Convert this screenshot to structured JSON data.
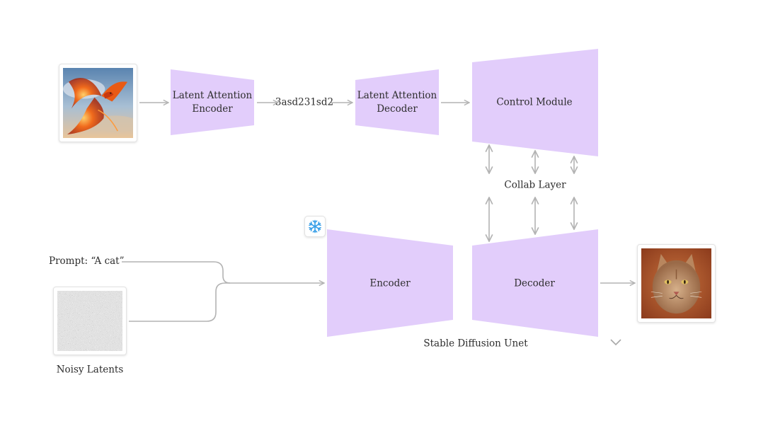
{
  "blocks": {
    "lat_encoder": "Latent Attention\nEncoder",
    "latent_code": "3asd231sd2",
    "lat_decoder": "Latent Attention\nDecoder",
    "control_module": "Control Module",
    "collab_layer": "Collab Layer",
    "unet_encoder": "Encoder",
    "unet_decoder": "Decoder",
    "unet_caption": "Stable Diffusion Unet"
  },
  "inputs": {
    "prompt": "Prompt: “A cat”",
    "noisy_caption": "Noisy Latents"
  },
  "icons": {
    "reference_image": "phoenix-image-icon",
    "noise_image": "noise-image-icon",
    "output_image": "cat-painting-image-icon",
    "frozen": "snowflake-icon",
    "collapse": "chevron-down-icon"
  },
  "colors": {
    "block_fill": "#e2cdfb",
    "arrow": "#b3b3b3",
    "frozen_icon": "#3aa0e8"
  }
}
